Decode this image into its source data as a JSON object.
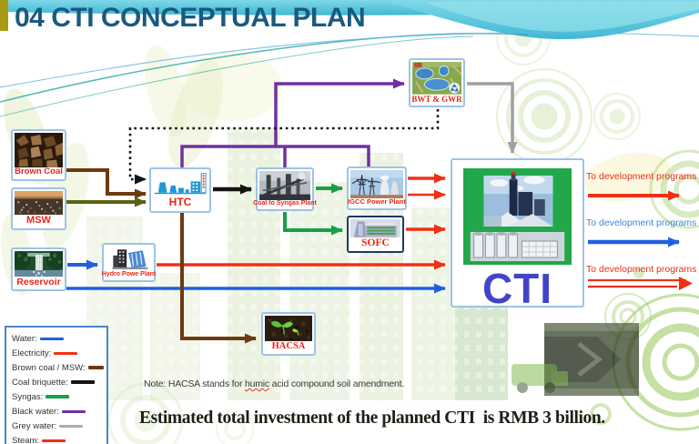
{
  "title": "04 CTI CONCEPTUAL PLAN",
  "nodes": {
    "brown_coal": {
      "label": "Brown Coal"
    },
    "msw": {
      "label": "MSW"
    },
    "reservoir": {
      "label": "Reservoir"
    },
    "hydro": {
      "label": "Hydro Powe Plant"
    },
    "htc": {
      "label": "HTC"
    },
    "coal_to_syngas": {
      "label": "Coal to Syngas Plant"
    },
    "igcc": {
      "label": "IGCC Power Plant"
    },
    "sofc": {
      "label": "SOFC"
    },
    "bwt_gwr": {
      "label": "BWT & GWR"
    },
    "hacsa": {
      "label": "HACSA"
    },
    "cti": {
      "label": "CTI"
    }
  },
  "legend": {
    "items": [
      {
        "label": "Water:",
        "color": "#2060e0"
      },
      {
        "label": "Electricity:",
        "color": "#f03014"
      },
      {
        "label": "Brown coal / MSW:",
        "color": "#6e3a10"
      },
      {
        "label": "Coal briquette:",
        "color": "#141414"
      },
      {
        "label": "Syngas:",
        "color": "#18a048"
      },
      {
        "label": "Black water:",
        "color": "#7030a0"
      },
      {
        "label": "Grey water:",
        "color": "#ababab"
      },
      {
        "label": "Steam:",
        "color": "#f03014"
      }
    ]
  },
  "right_outputs": [
    {
      "label": "To development programs",
      "color": "#e8301c"
    },
    {
      "label": "To development programs",
      "color": "#3f86d8"
    },
    {
      "label": "To development programs",
      "color": "#e8301c"
    }
  ],
  "note_prefix": "Note: HACSA stands for ",
  "note_word": "humic",
  "note_suffix": " acid compound  soil amendment.",
  "footer": "Estimated total investment of the planned CTI  is RMB 3 billion."
}
